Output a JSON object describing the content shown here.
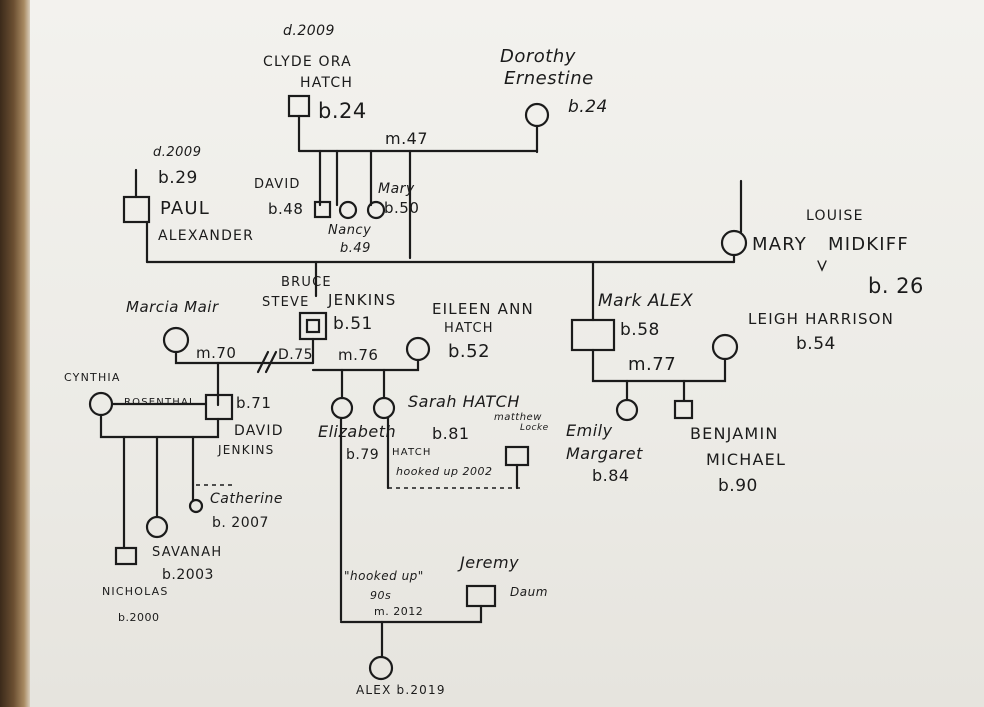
{
  "labels": {
    "clyde_death": "d.2009",
    "clyde_name1": "CLYDE ORA",
    "clyde_name2": "HATCH",
    "clyde_birth": "b.24",
    "dorothy_name1": "Dorothy",
    "dorothy_name2": "Ernestine",
    "dorothy_birth": "b.24",
    "clyde_marriage": "m.47",
    "paul_death": "d.2009",
    "paul_birth": "b.29",
    "paul_name1": "PAUL",
    "paul_name2": "ALEXANDER",
    "david_name": "DAVID",
    "david_birth": "b.48",
    "mary_name": "Mary",
    "mary_birth": "b.50",
    "nancy_name": "Nancy",
    "nancy_birth": "b.49",
    "louise_name1": "LOUISE",
    "louise_name2": "MARY",
    "louise_name3": "MIDKIFF",
    "louise_birth": "b. 26",
    "bruce_name1": "BRUCE",
    "bruce_name2": "STEVE",
    "bruce_name3": "JENKINS",
    "bruce_birth": "b.51",
    "marcia_name": "Marcia Mair",
    "marcia_marriage": "m.70",
    "divorce": "D.75",
    "eileen_marriage": "m.76",
    "eileen_name1": "EILEEN ANN",
    "eileen_name2": "HATCH",
    "eileen_birth": "b.52",
    "mark_name": "Mark ALEX",
    "mark_birth": "b.58",
    "leigh_name": "LEIGH HARRISON",
    "leigh_birth": "b.54",
    "mark_marriage": "m.77",
    "cynthia_name1": "CYNTHIA",
    "cynthia_name2": "ROSENTHAL",
    "davidj_birth": "b.71",
    "davidj_name1": "DAVID",
    "davidj_name2": "JENKINS",
    "sarah_name1": "Sarah HATCH",
    "sarah_name2": "HATCH",
    "sarah_birth": "b.81",
    "elizabeth_name": "Elizabeth",
    "elizabeth_birth": "b.79",
    "matthew_name1": "matthew",
    "matthew_name2": "Locke",
    "hooked_2002": "hooked up 2002",
    "emily_name1": "Emily",
    "emily_name2": "Margaret",
    "emily_birth": "b.84",
    "benjamin_name1": "BENJAMIN",
    "benjamin_name2": "MICHAEL",
    "benjamin_birth": "b.90",
    "catherine_name": "Catherine",
    "catherine_birth": "b. 2007",
    "savanah_name": "SAVANAH",
    "savanah_birth": "b.2003",
    "nicholas_name": "NICHOLAS",
    "nicholas_birth": "b.2000",
    "jeremy_name1": "Jeremy",
    "jeremy_name2": "Daum",
    "hooked_90s1": "\"hooked up\"",
    "hooked_90s2": "90s",
    "jeremy_marriage": "m. 2012",
    "alex_name": "ALEX b.2019"
  }
}
